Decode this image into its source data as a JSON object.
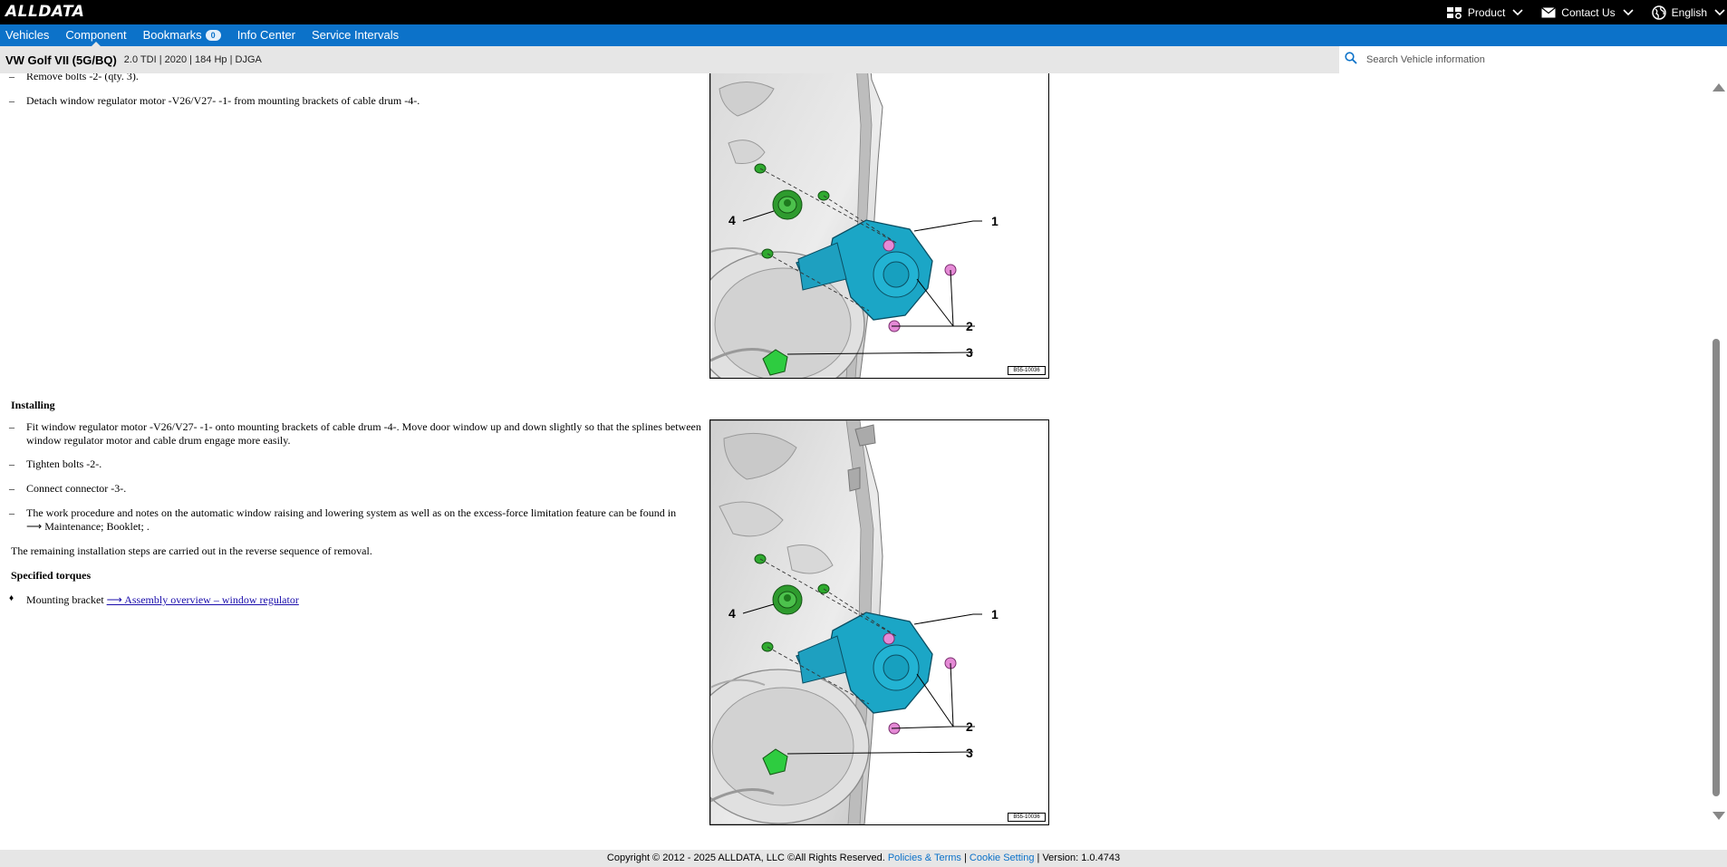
{
  "header": {
    "logo": "ALLDATA",
    "links": [
      {
        "label": "Product",
        "icon": "product-icon"
      },
      {
        "label": "Contact Us",
        "icon": "mail-icon"
      },
      {
        "label": "English",
        "icon": "globe-icon"
      }
    ]
  },
  "nav": {
    "items": [
      "Vehicles",
      "Component",
      "Bookmarks",
      "Info Center",
      "Service Intervals"
    ],
    "bookmarks_count": "0",
    "active": "Component"
  },
  "vehicle": {
    "name": "VW Golf VII (5G/BQ)",
    "meta": "2.0 TDI | 2020 | 184 Hp | DJGA"
  },
  "search": {
    "placeholder": "Search Vehicle information"
  },
  "content": {
    "removal_steps": [
      "Remove bolts -2- (qty. 3).",
      "Detach window regulator motor -V26/V27- -1- from mounting brackets of cable drum -4-."
    ],
    "installing_heading": "Installing",
    "install_steps": [
      "Fit window regulator motor -V26/V27- -1- onto mounting brackets of cable drum -4-. Move door window up and down slightly so that the splines between window regulator motor and cable drum engage more easily.",
      "Tighten bolts -2-.",
      "Connect connector -3-.",
      "The work procedure and notes on the automatic window raising and lowering system as well as on the excess-force limitation feature can be found in ⟶ Maintenance; Booklet; ."
    ],
    "remaining_note": "The remaining installation steps are carried out in the reverse sequence of removal.",
    "torques_heading": "Specified torques",
    "torque_item_label": "Mounting bracket",
    "torque_item_link": "⟶ Assembly overview – window regulator",
    "bullet": "♦",
    "dash": "–",
    "figure_callouts": [
      "1",
      "2",
      "3",
      "4"
    ],
    "figure_code": "B55-10036"
  },
  "footer": {
    "copyright": "Copyright © 2012 - 2025 ALLDATA, LLC ©All Rights Reserved.",
    "policies": "Policies & Terms",
    "sep": "|",
    "cookie": "Cookie Setting",
    "version": "Version: 1.0.4743"
  },
  "colors": {
    "nav_blue": "#0c72c9",
    "motor_cyan": "#1ba6c6",
    "connector_green": "#2ecc40",
    "bolt_pink": "#e58ad6"
  }
}
